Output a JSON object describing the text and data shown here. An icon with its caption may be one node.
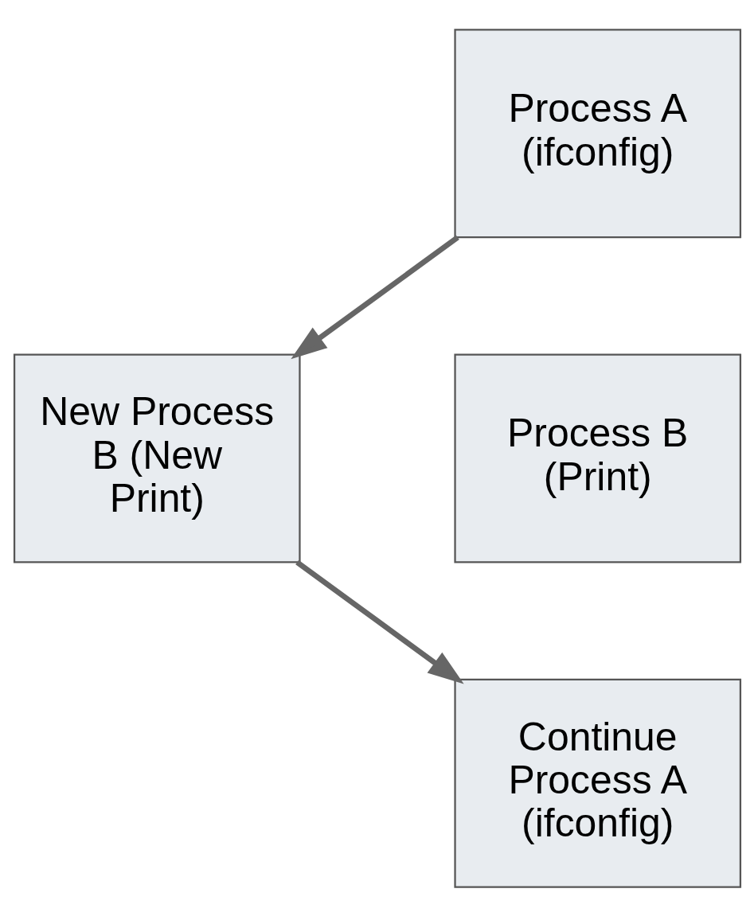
{
  "diagram": {
    "nodes": [
      {
        "text": [
          "Process A (ifconfig)"
        ]
      },
      {
        "text": [
          "New Process B (New Print)"
        ]
      },
      {
        "text": [
          "Process B (Print)"
        ]
      },
      {
        "text": [
          "Continue Process A (ifconfig)"
        ]
      }
    ],
    "edges": [
      {
        "from": 0,
        "to": 1,
        "arrow": "to"
      },
      {
        "from": 1,
        "to": 3,
        "arrow": "to"
      }
    ]
  }
}
